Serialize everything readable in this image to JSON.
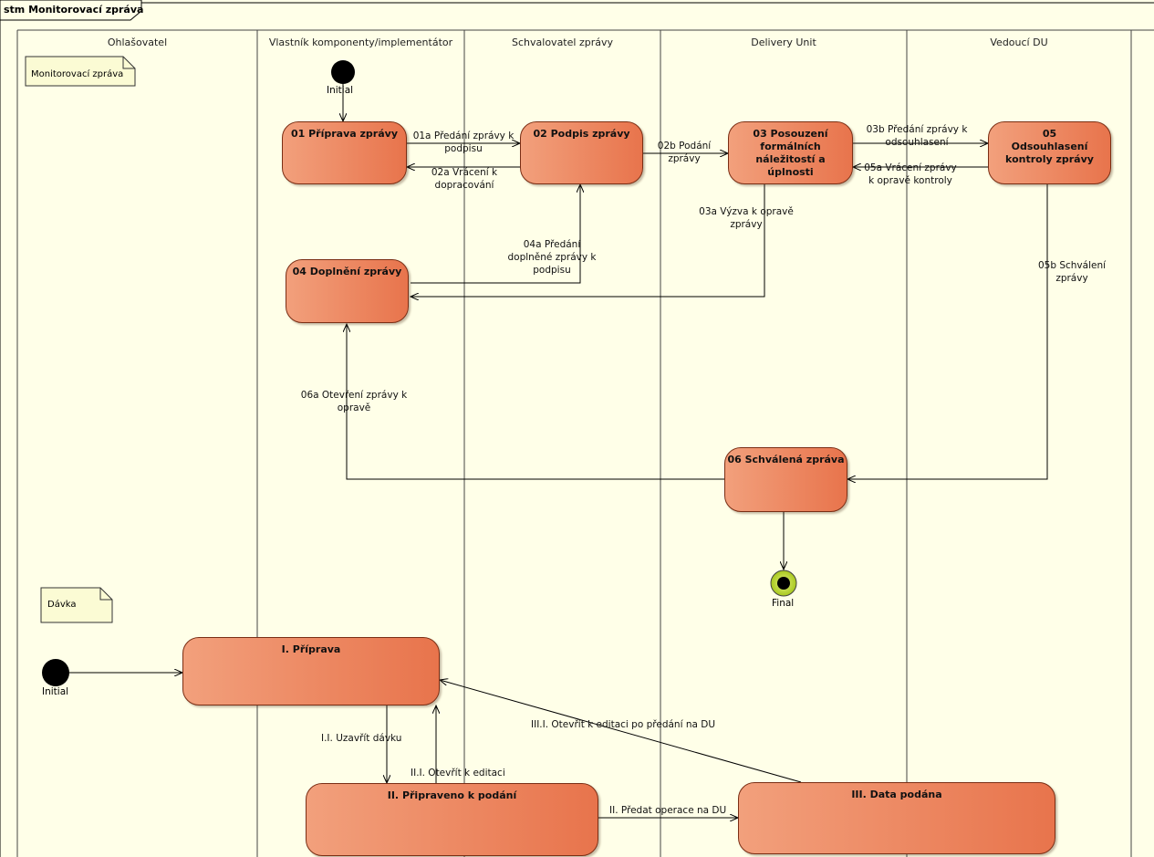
{
  "frame": {
    "title": "stm Monitorovací zpráva"
  },
  "lanes": [
    {
      "name": "Ohlašovatel"
    },
    {
      "name": "Vlastník komponenty/implementátor"
    },
    {
      "name": "Schvalovatel zprávy"
    },
    {
      "name": "Delivery Unit"
    },
    {
      "name": "Vedoucí DU"
    }
  ],
  "notes": {
    "top": "Monitorovací zpráva",
    "bottom": "Dávka"
  },
  "nodes": {
    "initial_top": "Initial",
    "initial_bottom": "Initial",
    "final": "Final"
  },
  "states": {
    "s01": "01 Příprava zprávy",
    "s02": "02 Podpis zprávy",
    "s03": "03 Posouzení formálních náležitostí a úplnosti",
    "s05": "05 Odsouhlasení kontroly zprávy",
    "s04": "04 Doplnění zprávy",
    "s06": "06 Schválená zpráva",
    "sI": "I. Příprava",
    "sII": "II. Připraveno k podání",
    "sIII": "III. Data podána"
  },
  "transitions": {
    "t01a": "01a Předání zprávy k podpisu",
    "t02a": "02a Vrácení k dopracování",
    "t02b": "02b Podání zprávy",
    "t03b": "03b Předání zprávy k odsouhlasení",
    "t05a": "05a Vrácení zprávy k opravě kontroly",
    "t03a": "03a Výzva k opravě zprávy",
    "t04a": "04a Předání doplněné zprávy k podpisu",
    "t05b": "05b Schválení zprávy",
    "t06a": "06a Otevření zprávy k opravě",
    "tI_I": "I.I. Uzavřít dávku",
    "tII_I": "II.I. Otevřít k editaci",
    "tIII_I": "III.I. Otevřít k editaci po předání na DU",
    "tII": "II. Předat operace na DU"
  },
  "colors": {
    "background": "#ffffe8",
    "state_light": "#f2a07c",
    "state_dark": "#e8744c",
    "state_border": "#7a2e14",
    "note_fill": "#fbfbd4",
    "final_ring": "#b4d22a"
  }
}
